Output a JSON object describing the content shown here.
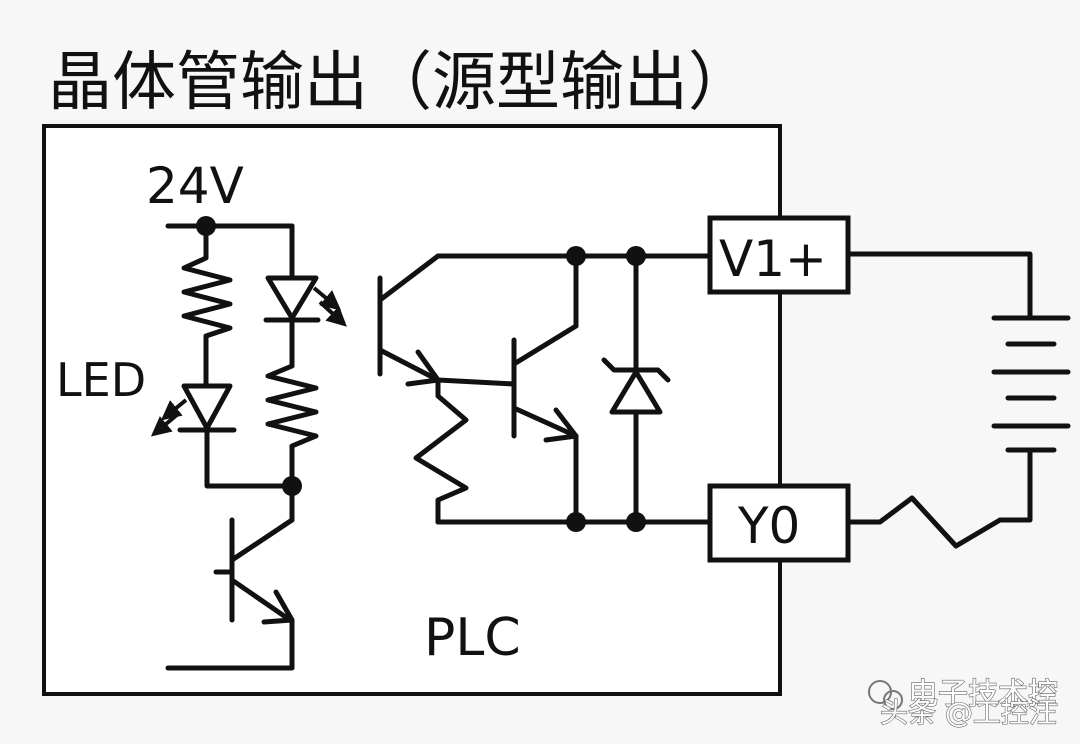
{
  "diagram": {
    "title": "晶体管输出（源型输出）",
    "supply_label": "24V",
    "led_label": "LED",
    "plc_label": "PLC",
    "terminal_top": "V1+",
    "terminal_bottom": "Y0",
    "watermark_line1": "电子技术控",
    "watermark_line2": "头条 @工控汪"
  }
}
